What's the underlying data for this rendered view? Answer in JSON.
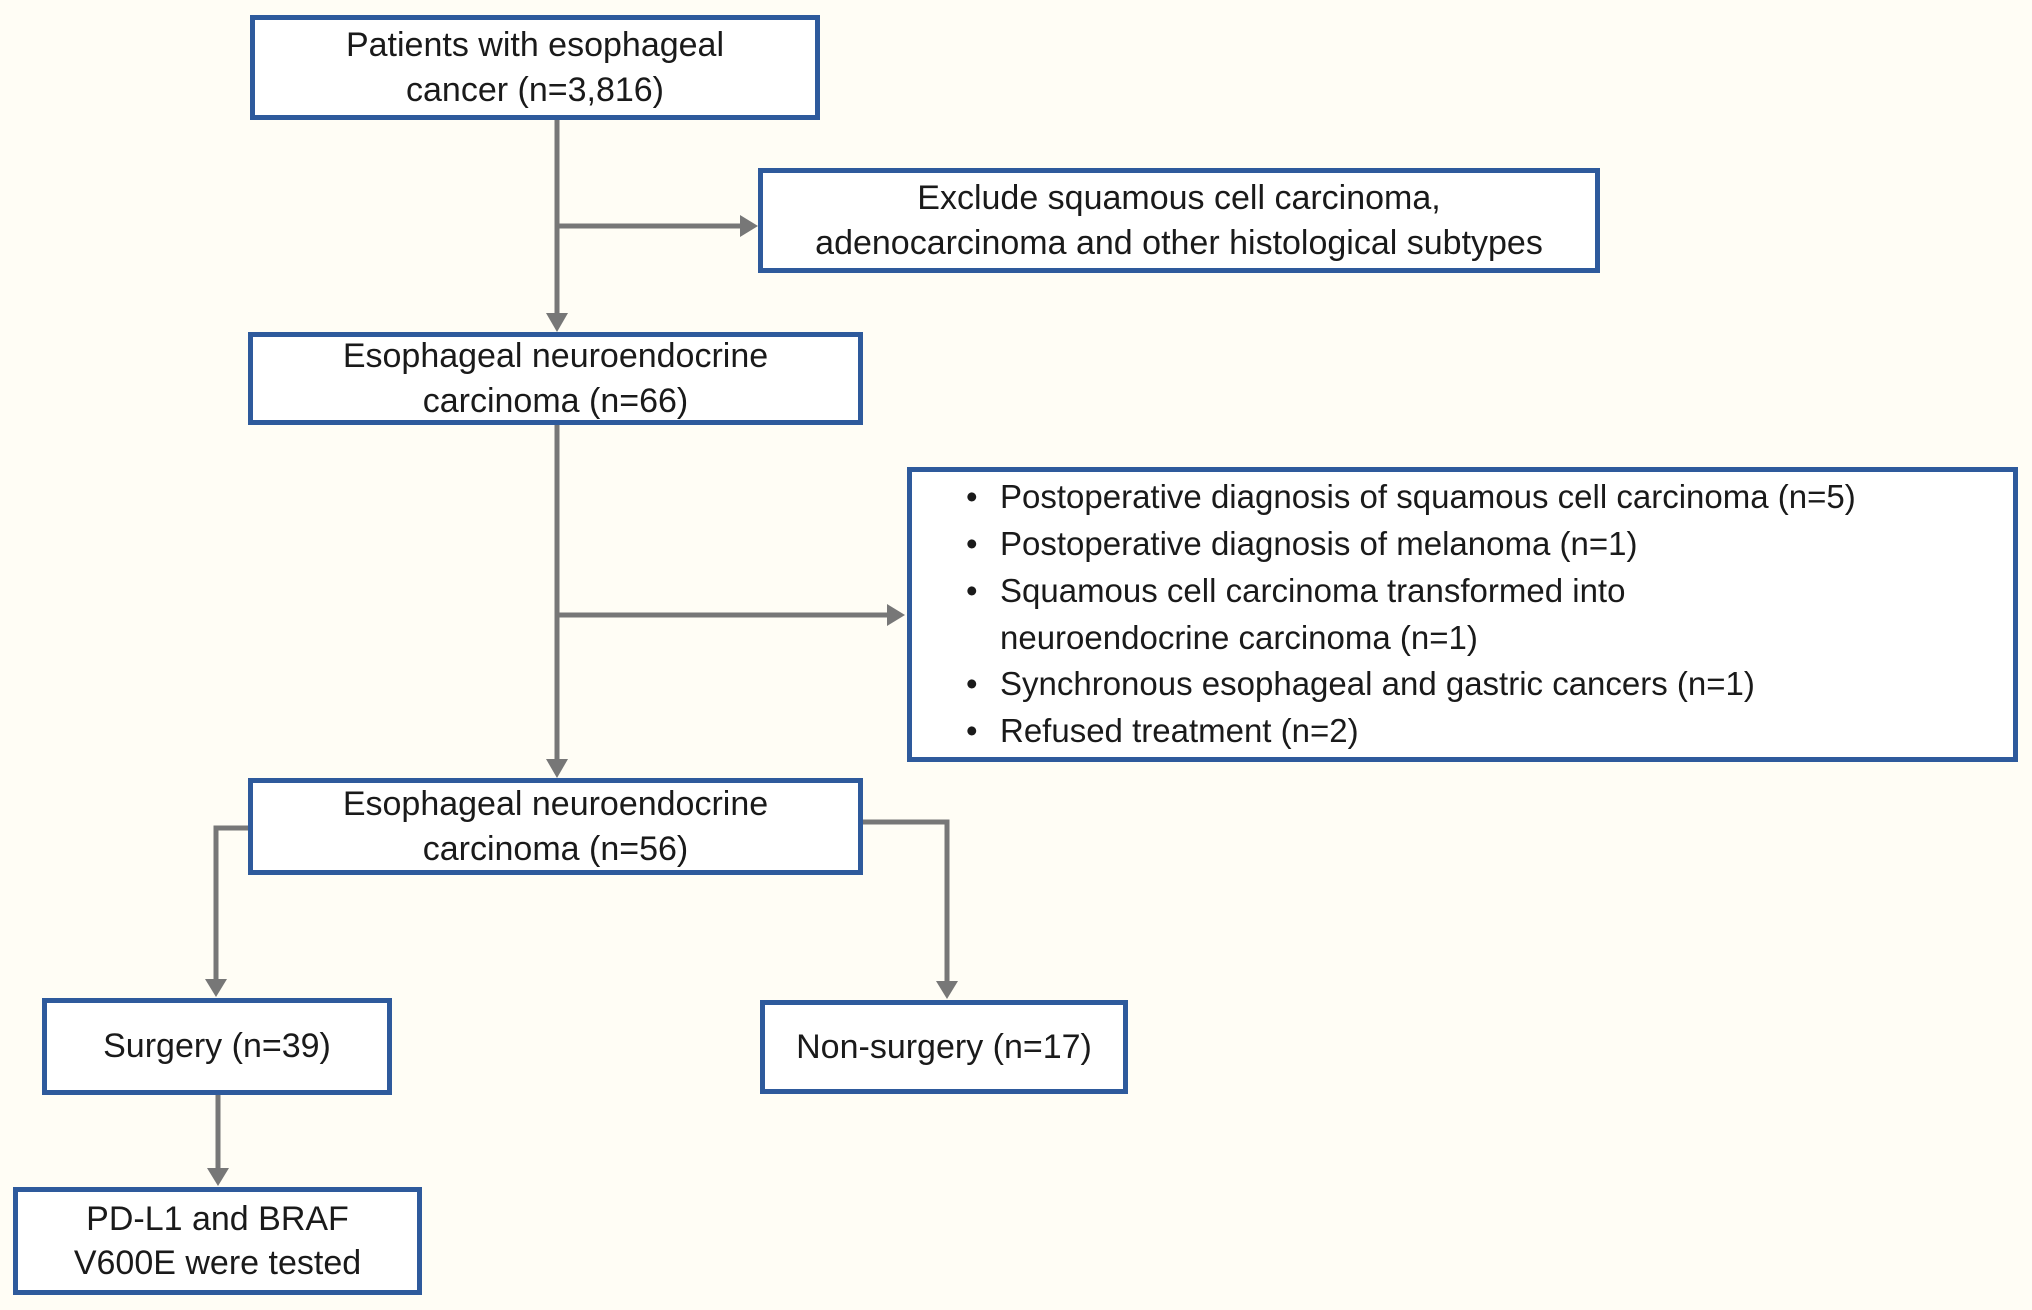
{
  "colors": {
    "border_blue": "#2e5a9c",
    "arrow_gray": "#777777",
    "background": "#fffdf5",
    "box_fill": "#ffffff",
    "text": "#1a1a1a"
  },
  "nodes": {
    "patients": {
      "line1": "Patients with esophageal",
      "line2": "cancer (n=3,816)"
    },
    "exclude_histology": {
      "line1": "Exclude squamous cell carcinoma,",
      "line2": "adenocarcinoma and other histological subtypes"
    },
    "nec_66": {
      "line1": "Esophageal neuroendocrine",
      "line2": "carcinoma (n=66)"
    },
    "exclusions": {
      "items": [
        "Postoperative diagnosis of squamous cell carcinoma (n=5)",
        "Postoperative diagnosis of melanoma (n=1)",
        "Squamous cell carcinoma transformed into\nneuroendocrine carcinoma (n=1)",
        "Synchronous esophageal and gastric cancers (n=1)",
        "Refused treatment (n=2)"
      ]
    },
    "nec_56": {
      "line1": "Esophageal neuroendocrine",
      "line2": "carcinoma (n=56)"
    },
    "surgery": {
      "label": "Surgery (n=39)"
    },
    "non_surgery": {
      "label": "Non-surgery (n=17)"
    },
    "pdl1_braf": {
      "line1": "PD-L1 and BRAF",
      "line2": "V600E were tested"
    }
  }
}
